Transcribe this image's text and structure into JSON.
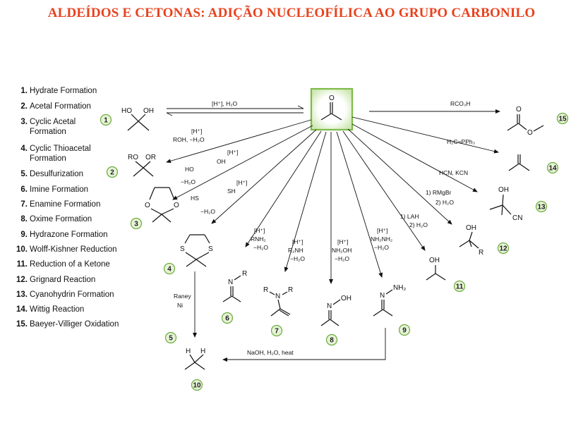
{
  "title": "ALDEÍDOS E CETONAS: ADIÇÃO NUCLEOFÍLICA AO GRUPO CARBONILO",
  "colors": {
    "title": "#e8421d",
    "badge_fill": "#e6f3d6",
    "badge_stroke": "#6aab3b",
    "center_box": "#7dbb48"
  },
  "legend": [
    {
      "num": "1.",
      "text": "Hydrate Formation"
    },
    {
      "num": "2.",
      "text": "Acetal Formation"
    },
    {
      "num": "3.",
      "text": "Cyclic Acetal",
      "text2": "Formation"
    },
    {
      "num": "4.",
      "text": "Cyclic Thioacetal",
      "text2": "Formation"
    },
    {
      "num": "5.",
      "text": "Desulfurization"
    },
    {
      "num": "6.",
      "text": "Imine Formation"
    },
    {
      "num": "7.",
      "text": "Enamine Formation"
    },
    {
      "num": "8.",
      "text": "Oxime Formation"
    },
    {
      "num": "9.",
      "text": "Hydrazone Formation"
    },
    {
      "num": "10.",
      "text": "Wolff-Kishner Reduction"
    },
    {
      "num": "11.",
      "text": "Reduction of a Ketone"
    },
    {
      "num": "12.",
      "text": "Grignard Reaction"
    },
    {
      "num": "13.",
      "text": "Cyanohydrin Formation"
    },
    {
      "num": "14.",
      "text": "Wittig Reaction"
    },
    {
      "num": "15.",
      "text": "Baeyer-Villiger Oxidation"
    }
  ],
  "badges": [
    "1",
    "2",
    "3",
    "4",
    "5",
    "6",
    "7",
    "8",
    "9",
    "10",
    "11",
    "12",
    "13",
    "14",
    "15"
  ],
  "conditions": {
    "c1": "[H⁺], H₂O",
    "c2a": "[H⁺]",
    "c2b": "ROH, −H₂O",
    "c3a": "[H⁺]",
    "c3b": "HO",
    "c3c": "OH",
    "c3d": "−H₂O",
    "c4a": "[H⁺]",
    "c4b": "HS",
    "c4c": "SH",
    "c4d": "−H₂O",
    "c5a": "Raney",
    "c5b": "Ni",
    "c6a": "[H⁺]",
    "c6b": "RNH₂",
    "c6c": "−H₂O",
    "c7a": "[H⁺]",
    "c7b": "R₂NH",
    "c7c": "−H₂O",
    "c8a": "[H⁺]",
    "c8b": "NH₂OH",
    "c8c": "−H₂O",
    "c9a": "[H⁺]",
    "c9b": "NH₂NH₂",
    "c9c": "−H₂O",
    "c10": "NaOH, H₂O, heat",
    "c11a": "1) LAH",
    "c11b": "2) H₂O",
    "c12a": "1) RMgBr",
    "c12b": "2) H₂O",
    "c13": "HCN, KCN",
    "c14": "H₂C=PPh₃",
    "c15": "RCO₃H"
  },
  "atoms": {
    "O": "O",
    "HO": "HO",
    "OH": "OH",
    "RO": "RO",
    "OR": "OR",
    "S": "S",
    "N": "N",
    "R": "R",
    "NH2": "NH₂",
    "CN": "CN",
    "H": "H"
  }
}
